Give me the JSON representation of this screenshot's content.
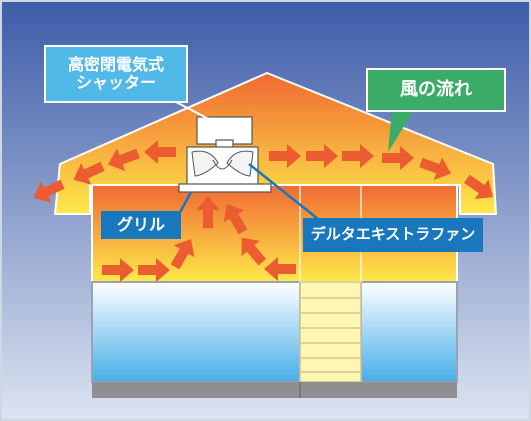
{
  "labels": {
    "shutter_line1": "高密閉電気式",
    "shutter_line2": "シャッター",
    "wind_flow": "風の流れ",
    "grille": "グリル",
    "exhaust_fan": "デルタエキストラファン"
  },
  "colors": {
    "sky_top": "#3d5ca8",
    "sky_bottom": "#dde4f1",
    "warm_red": "#ef6a33",
    "warm_yellow": "#ffe94a",
    "cool_blue": "#46aee8",
    "cool_white": "#ffffff",
    "arrow": "#ec5c31",
    "shutter_label_bg": "#51b9e8",
    "wind_label_bg": "#3bac67",
    "grille_label_bg": "#1977bd",
    "fan_label_bg": "#1977bd",
    "stair": "#fff6b3",
    "base": "#8f8f8f"
  },
  "icons": {
    "flow_arrow": "arrow-icon",
    "fan": "fan-icon"
  }
}
